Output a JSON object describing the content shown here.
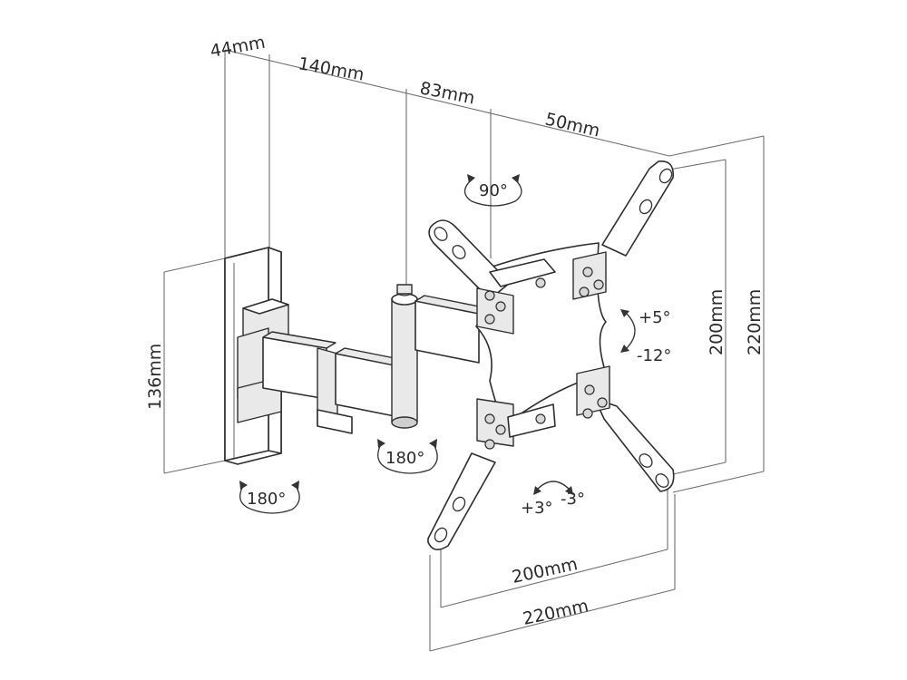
{
  "dimensions": {
    "d44": "44mm",
    "d140": "140mm",
    "d83": "83mm",
    "d50": "50mm",
    "d136": "136mm",
    "vesa_v200": "200mm",
    "vesa_v220": "220mm",
    "vesa_h200": "200mm",
    "vesa_h220": "220mm"
  },
  "rotations": {
    "swivel_top": "90°",
    "tilt_up": "+5°",
    "tilt_down": "-12°",
    "wall_swivel": "180°",
    "arm_swivel": "180°",
    "level_plus": "+3°",
    "level_minus": "-3°"
  }
}
